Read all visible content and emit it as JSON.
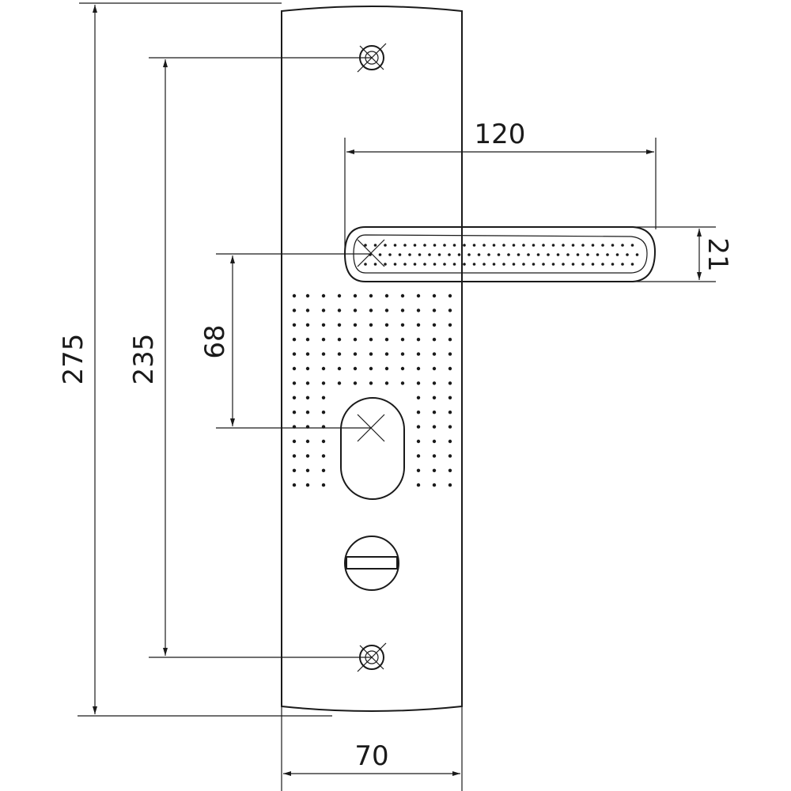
{
  "dimensions": {
    "overall_height": "275",
    "screw_spacing": "235",
    "handle_to_keyhole": "68",
    "handle_length": "120",
    "handle_thickness": "21",
    "plate_width": "70"
  },
  "colors": {
    "line": "#1a1a1a",
    "background": "#ffffff"
  },
  "icons": {
    "screw": "screw-icon",
    "keyhole": "keyhole-icon",
    "thumbturn": "thumbturn-icon"
  }
}
